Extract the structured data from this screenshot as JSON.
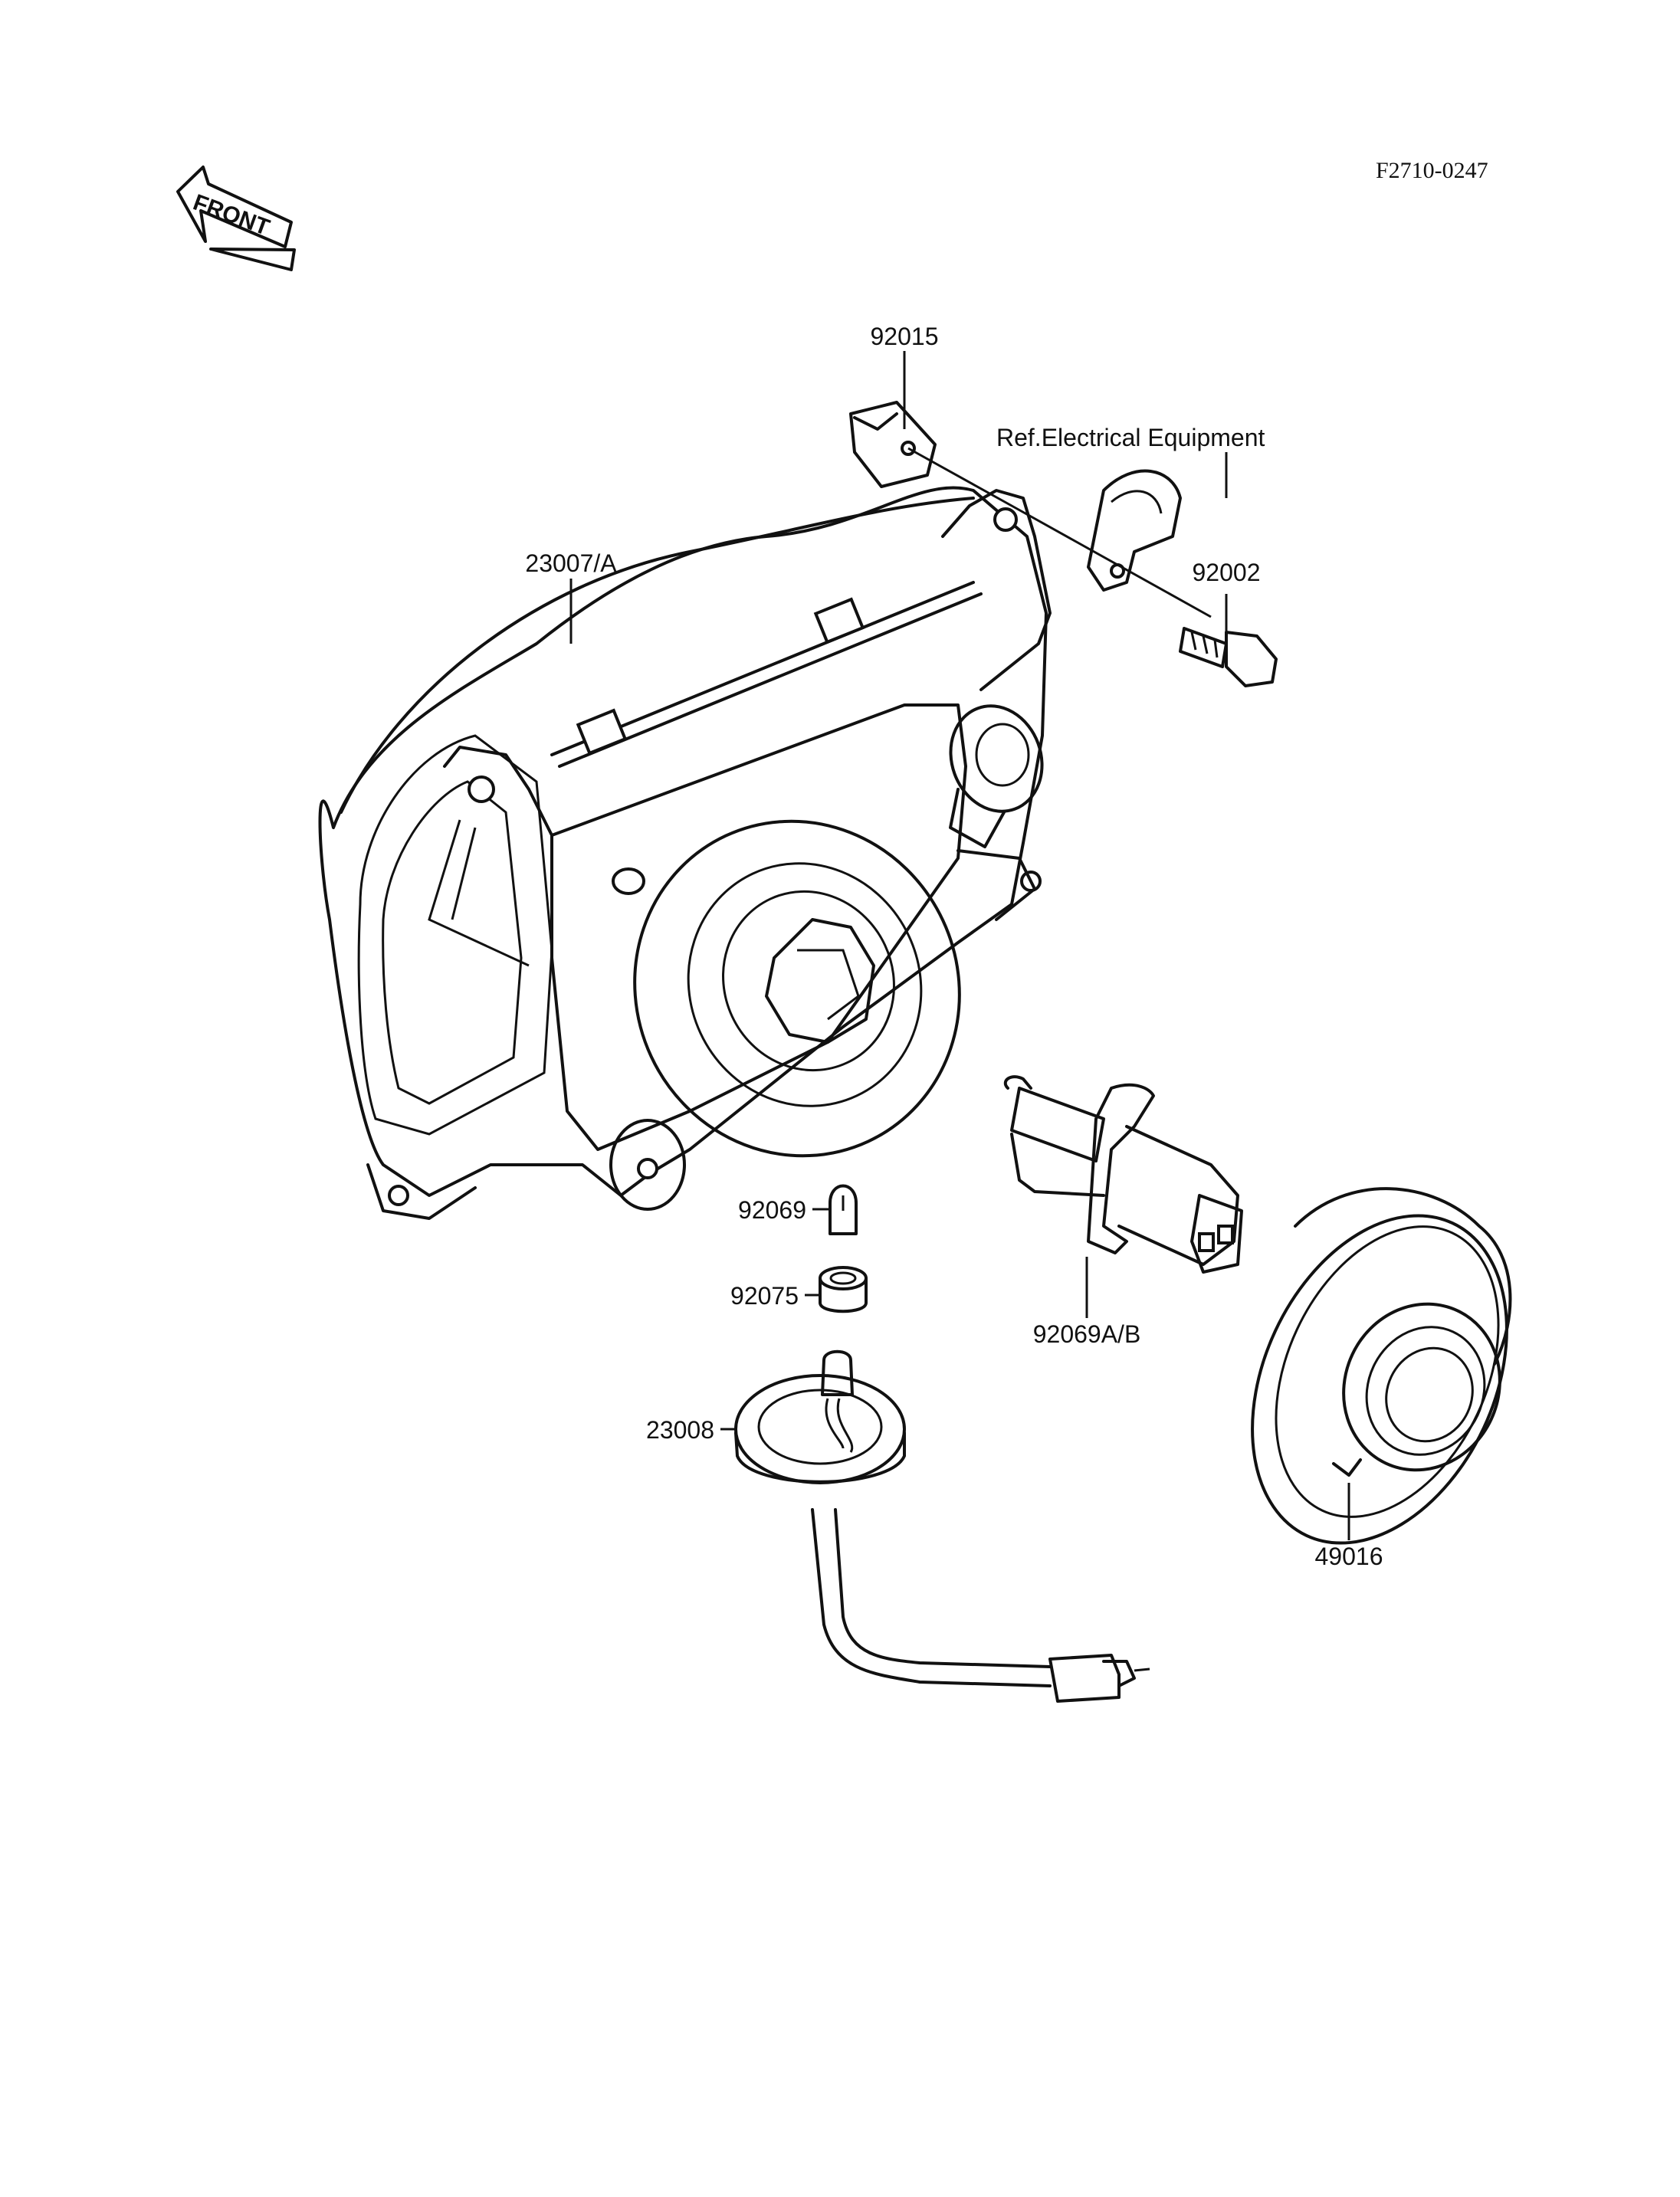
{
  "figure_ref": "F2710-0247",
  "front_label": "FRONT",
  "parts": {
    "housing": "23007/A",
    "nut": "92015",
    "ref_note": "Ref.Electrical Equipment",
    "bolt": "92002",
    "small_bulb": "92069",
    "grommet": "92075",
    "socket": "23008",
    "main_bulb": "92069A/B",
    "cover": "49016"
  }
}
